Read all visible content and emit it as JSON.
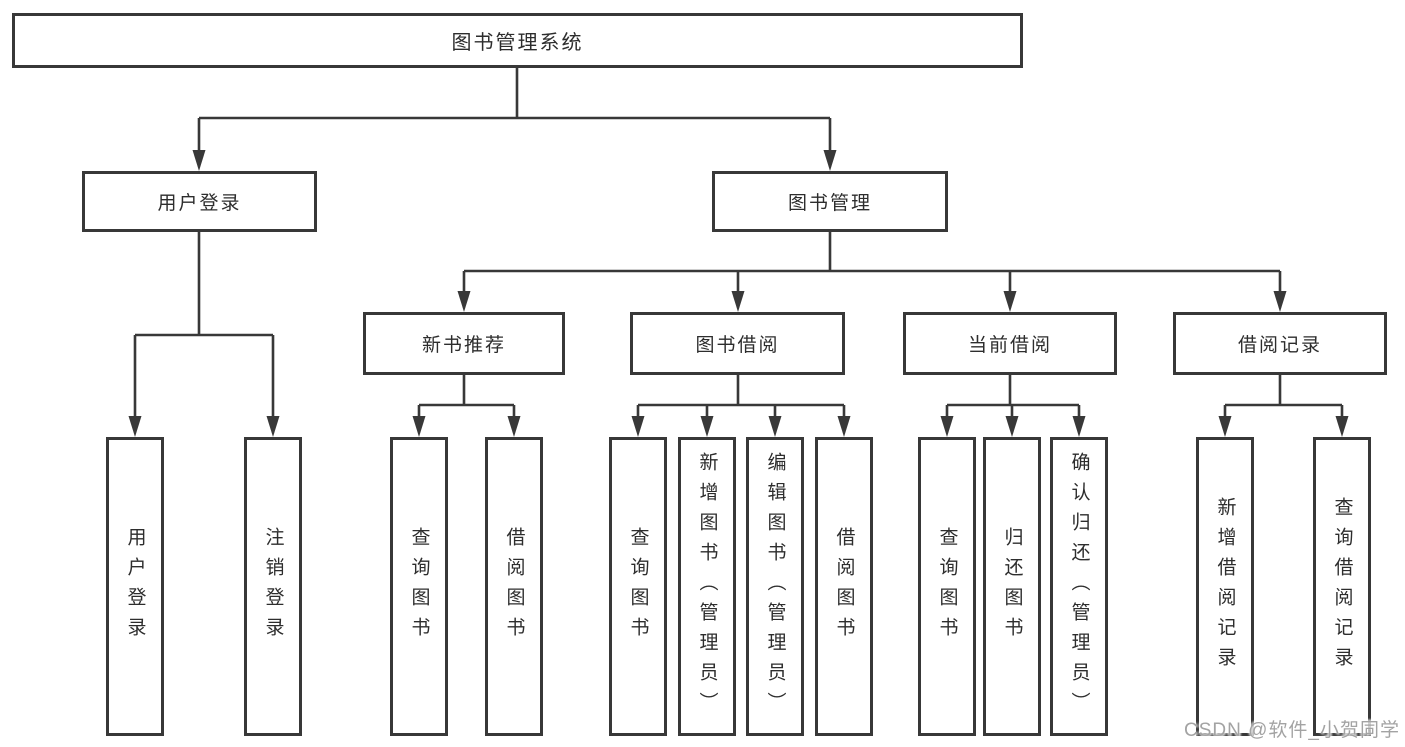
{
  "diagram": {
    "root": {
      "label": "图书管理系统"
    },
    "level2": {
      "user_login": {
        "label": "用户登录"
      },
      "book_mgmt": {
        "label": "图书管理"
      }
    },
    "level3": {
      "new_rec": {
        "label": "新书推荐"
      },
      "book_borrow": {
        "label": "图书借阅"
      },
      "current_borrow": {
        "label": "当前借阅"
      },
      "borrow_records": {
        "label": "借阅记录"
      }
    },
    "leaves": {
      "user_login": {
        "label": "用户登录"
      },
      "logout": {
        "label": "注销登录"
      },
      "rec_query": {
        "label": "查询图书"
      },
      "rec_borrow": {
        "label": "借阅图书"
      },
      "bb_query": {
        "label": "查询图书"
      },
      "bb_add": {
        "label": "新增图书（管理员）"
      },
      "bb_edit": {
        "label": "编辑图书（管理员）"
      },
      "bb_borrow": {
        "label": "借阅图书"
      },
      "cur_query": {
        "label": "查询图书"
      },
      "cur_return": {
        "label": "归还图书"
      },
      "cur_confirm": {
        "label": "确认归还（管理员）"
      },
      "rc_add": {
        "label": "新增借阅记录"
      },
      "rc_query": {
        "label": "查询借阅记录"
      }
    },
    "line_color": "#383838"
  },
  "watermark": {
    "text": "CSDN @软件_小贺同学"
  }
}
